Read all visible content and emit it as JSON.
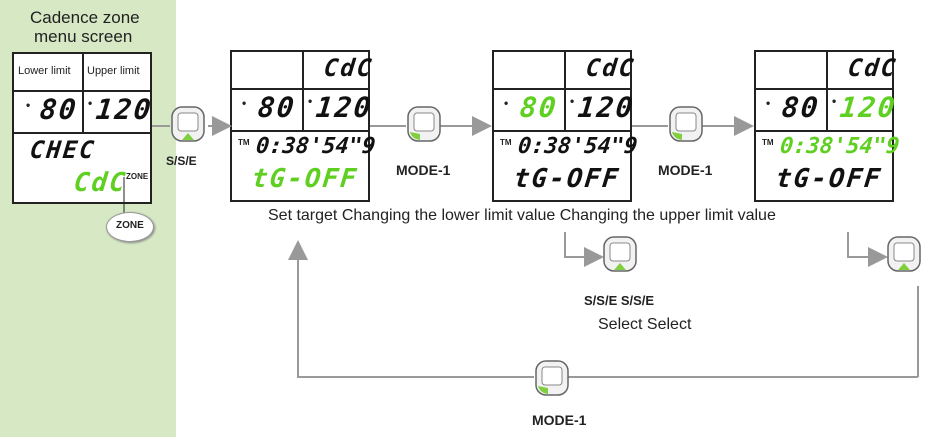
{
  "menu": {
    "title_line1": "Cadence zone",
    "title_line2": "menu screen",
    "lower_limit_label": "Lower limit",
    "upper_limit_label": "Upper limit",
    "lower_value": "80",
    "upper_value": "120",
    "check_text": "CHEC",
    "cdc_text": "CdC",
    "zone_small": "ZONE",
    "zone_button": "ZONE"
  },
  "screens": [
    {
      "top": "CdC",
      "lower": "80",
      "upper": "120",
      "time_prefix": "TM",
      "time": "0:38'54\"9",
      "bottom": "tG-OFF",
      "highlight": "bottom"
    },
    {
      "top": "CdC",
      "lower": "80",
      "upper": "120",
      "time_prefix": "TM",
      "time": "0:38'54\"9",
      "bottom": "tG-OFF",
      "highlight": "lower"
    },
    {
      "top": "CdC",
      "lower": "80",
      "upper": "120",
      "time_prefix": "TM",
      "time": "0:38'54\"9",
      "bottom": "tG-OFF",
      "highlight": "upper_time"
    }
  ],
  "buttons": {
    "sse": "S/S/E",
    "mode1_a": "MODE-1",
    "mode1_b": "MODE-1",
    "sse_pair": "S/S/E S/S/E",
    "mode1_bottom": "MODE-1"
  },
  "captions": {
    "main": "Set target Changing the lower limit value Changing the upper limit value",
    "select": "Select Select"
  },
  "colors": {
    "highlight": "#5fd021",
    "panel": "#d6e8c4"
  }
}
